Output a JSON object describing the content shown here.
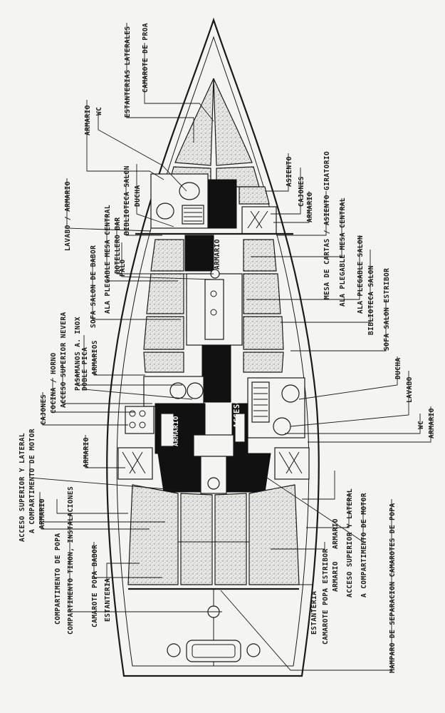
{
  "labels": {
    "estanterias_laterales": "ESTANTERIAS LATERALES",
    "camarote_proa": "CAMAROTE DE PROA",
    "armario_top": "ARMARIO",
    "wc_top": "WC",
    "asiento": "ASIENTO",
    "cajones_r": "CAJONES",
    "armario_r": "ARMARIO",
    "mesa_cartas": "MESA DE CARTAS / ASIENTO GIRATORIO",
    "ala_plegable_central_r": "ALA PLEGABLE MESA CENTRAL",
    "ala_plegable_salon_r": "ALA PLEGABLE SALON",
    "biblioteca_salon_r": "BIBLIOTECA SALON",
    "sofa_salon_estribor": "SOFA SALON ESTRIBOR",
    "ducha_r": "DUCHA",
    "lavabo_r": "LAVABO",
    "wc_r": "WC",
    "armario_r2": "ARMARIO",
    "ducha_l": "DUCHA",
    "biblioteca_salon_l": "BIBLIOTECA SALON",
    "armario_mid": "ARMARIO",
    "lavabo_armario": "LAVABO / ARMARIO",
    "ala_plegable_central_l": "ALA PLEGABLE MESA CENTRAL",
    "botellero_bar": "BOTELLERO BAR",
    "palo": "PALO",
    "sofa_salon_babor": "SOFA SALON DE BABOR",
    "pasamanos": "PASAMANOS A. INOX",
    "doble_pica": "DOBLE PICA",
    "armarios": "ARMARIOS",
    "acceso_nevera": "ACCESO SUPERIOR NEVERA",
    "cocina_horno": "COCINA / HORNO",
    "cajones_l": "CAJONES",
    "acceso_motor_center": "ACCESO MOTOR",
    "armario_galley": "ARMARIO",
    "armario_l2": "ARMARIO",
    "acceso_lateral_motor_l": "ACCESO SUPERIOR Y LATERAL",
    "compartimento_motor_l": "A COMPARTIMENTO DE MOTOR",
    "armario_l3": "ARMARIO",
    "compartimento_popa": "COMPARTIMENTO DE POPA",
    "compartimento_timon": "COMPARTIMENTO TIMON, INSTALACIONES",
    "camarote_popa_babor": "CAMAROTE POPA BABOR",
    "estanteria_l": "ESTANTERIA",
    "armario_r3": "ARMARIO",
    "acceso_lateral_motor_r": "ACCESO SUPERIOR Y LATERAL",
    "compartimento_motor_r": "A COMPARTIMENTO DE MOTOR",
    "camarote_popa_estribor": "CAMAROTE POPA ESTRIBOR",
    "armario_r4": "ARMARIO",
    "estanteria_r": "ESTANTERIA",
    "mamparo": "MAMPARO DE SEPARACION CAMAROTES DE POPA"
  },
  "colors": {
    "ink": "#1a1a1a",
    "paper": "#f4f4f2",
    "fill_dark": "#111111"
  }
}
